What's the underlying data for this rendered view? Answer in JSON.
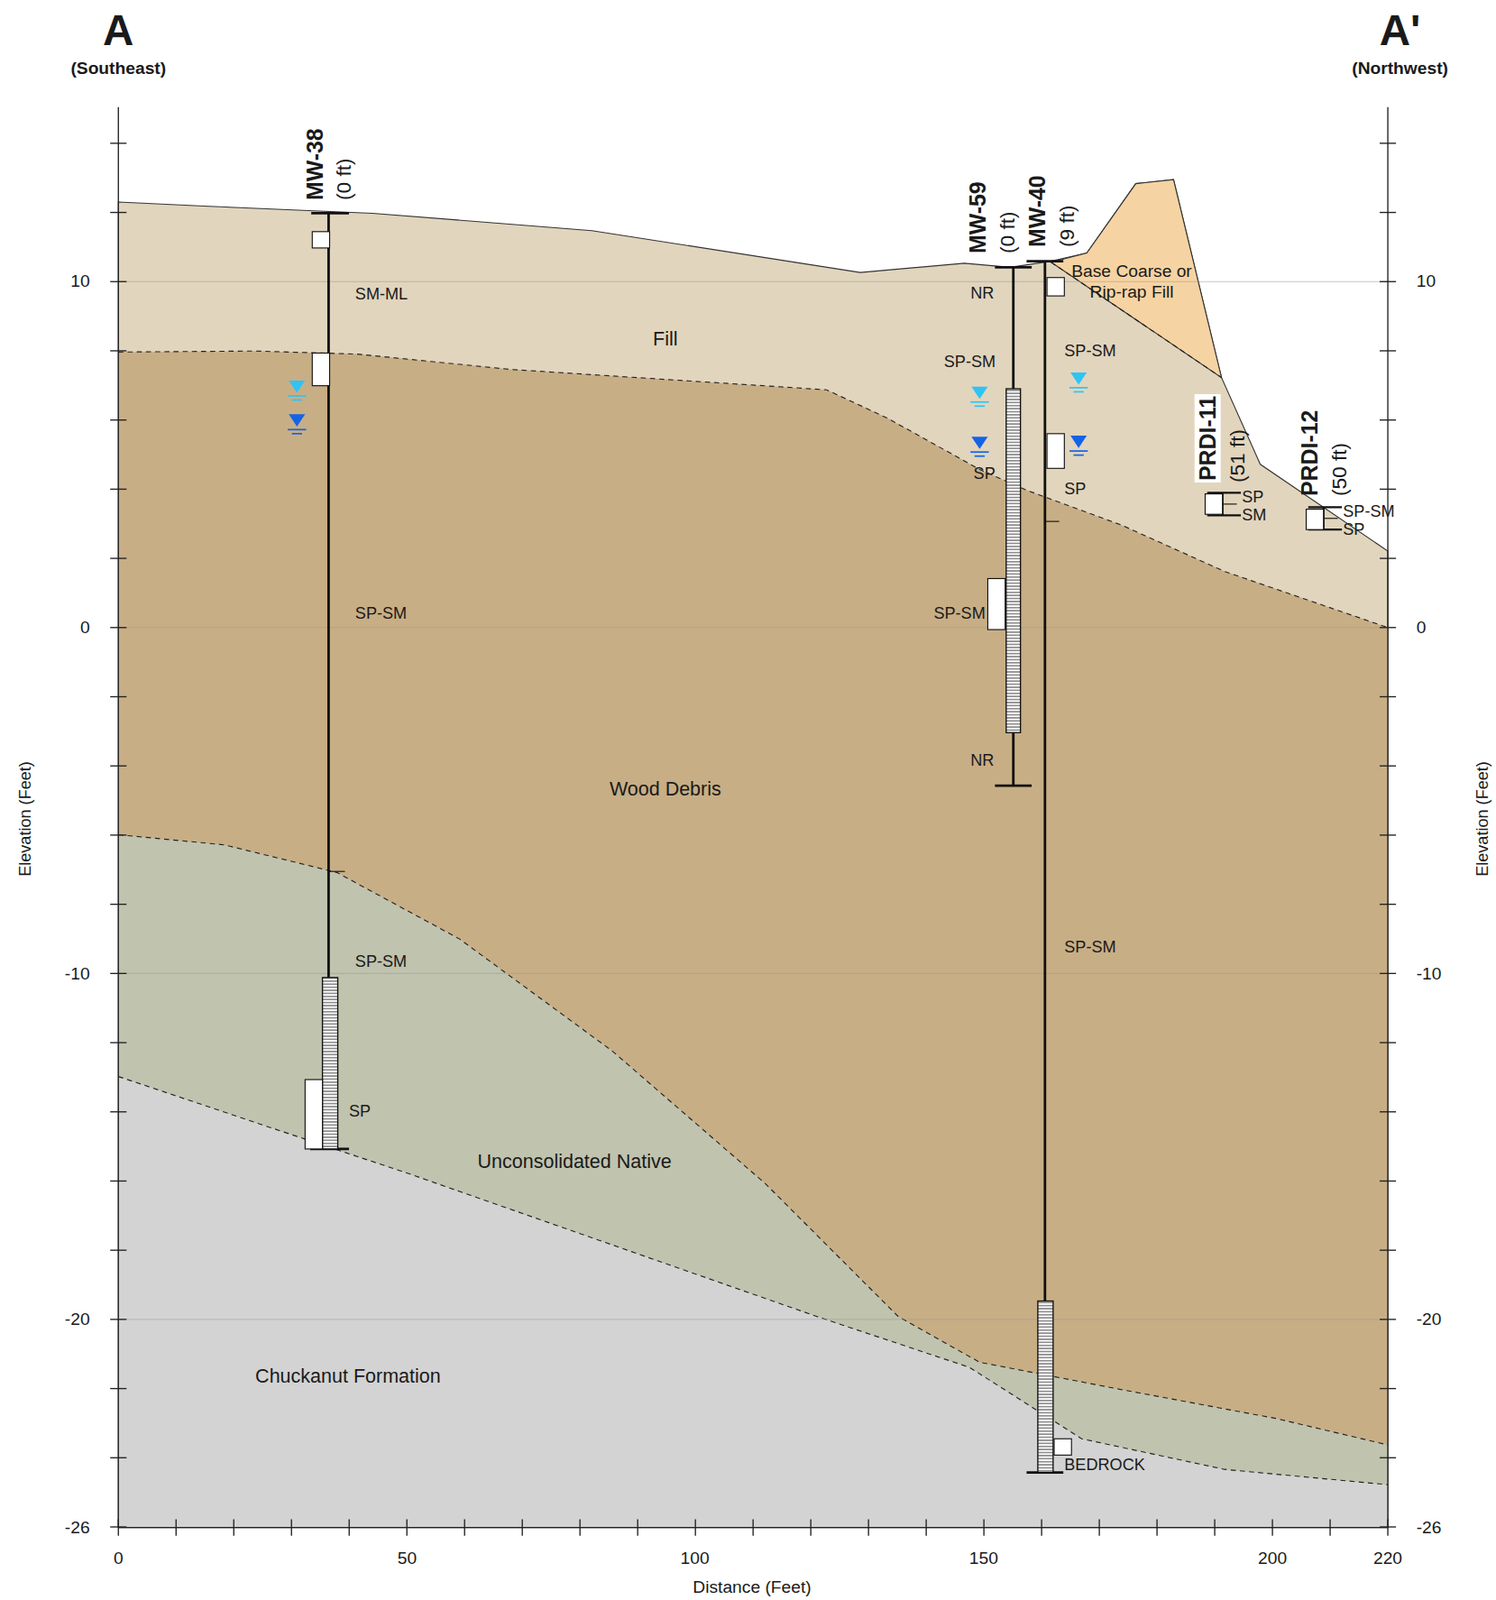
{
  "diagram": {
    "nodes": [
      {
        "text": [
          "Fill"
        ]
      },
      {
        "text": [
          "Wood Debris"
        ]
      },
      {
        "text": [
          "Unconsolidated Native"
        ]
      },
      {
        "text": [
          "Chuckanut Formation"
        ]
      },
      {
        "text": [
          "Base Coarse or Rip-rap Fill"
        ]
      }
    ],
    "labels": [
      "A",
      "(Southeast)",
      "A'",
      "(Northwest)",
      "MW-38",
      "(0 ft)",
      "MW-59",
      "(0 ft)",
      "MW-40",
      "(9 ft)",
      "PRDI-11",
      "(51 ft)",
      "PRDI-12",
      "(50 ft)",
      "SM-ML",
      "SP-SM",
      "SP-SM",
      "SP",
      "NR",
      "SP-SM",
      "SP",
      "SP-SM",
      "NR",
      "SP-SM",
      "SP",
      "SP-SM",
      "BEDROCK",
      "SP",
      "SM",
      "SP-SM",
      "SP",
      "10",
      "0",
      "-10",
      "-20",
      "-26",
      "10",
      "0",
      "-10",
      "-20",
      "-26",
      "0",
      "50",
      "100",
      "150",
      "200",
      "220",
      "Elevation (Feet)",
      "Elevation (Feet)",
      "Distance (Feet)"
    ]
  }
}
